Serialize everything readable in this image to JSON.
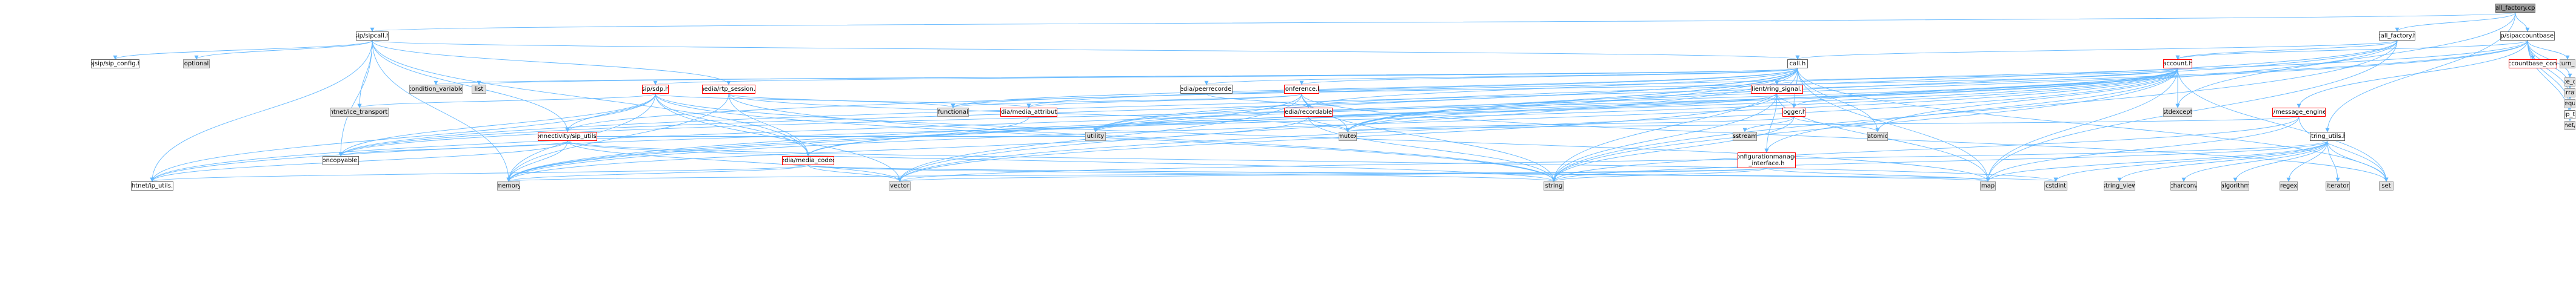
{
  "graph_title": "call_factory.cpp",
  "colors": {
    "edge": "#63b8ff",
    "root_fill": "#999999",
    "node_border": "#666666",
    "incomplete_border": "#ff0000",
    "system_fill": "#e0e0e0"
  },
  "nodes": {
    "call_factory_cpp": "call_factory.cpp",
    "sipsipaccountbase_h": "sip/sipaccountbase.h",
    "sipsipcall_h": "sip/sipcall.h",
    "call_factory_h": "call_factory.h",
    "pjsip_sip_config_h": "pjsip/sip_config.h",
    "optional": "optional",
    "call_h": "call.h",
    "account_h": "account.h",
    "sipaccountbase_config_h": "sipaccountbase_config.h",
    "dhtnet_turn_cache_h": "dhtnet/turn_cache.h",
    "dhtnet_ice_options_h": "dhtnet/ice_options.h",
    "array": "array",
    "deque": "deque",
    "pjsip_sip_types_h": "pjsip/sip_types.h",
    "netinet_in_h": "netinet/in.h",
    "condition_variable": "condition_variable",
    "list": "list",
    "sip_sdp_h": "sip/sdp.h",
    "media_rtp_session_h": "media/rtp_session.h",
    "media_peerrecorder_h": "media/peerrecorder.h",
    "conference_h": "conference.h",
    "client_ring_signal_h": "client/ring_signal.h",
    "dhtnet_ice_transport_h": "dhtnet/ice_transport.h",
    "functional": "functional",
    "media_media_attribute_h": "media/media_attribute.h",
    "media_recordable_h": "media/recordable.h",
    "logger_h": "logger.h",
    "stdexcept": "stdexcept",
    "im_message_engine_h": "im/message_engine.h",
    "connectivity_sip_utils_h": "connectivity/sip_utils.h",
    "utility": "utility",
    "mutex": "mutex",
    "sstream": "sstream",
    "atomic": "atomic",
    "string_utils_h": "string_utils.h",
    "noncopyable_h": "noncopyable.h",
    "media_media_codec_h": "media/media_codec.h",
    "configurationmanager_interface_h": "configurationmanager\n_interface.h",
    "dhtnet_ip_utils_h": "dhtnet/ip_utils.h",
    "memory": "memory",
    "vector": "vector",
    "string": "string",
    "map": "map",
    "cstdint": "cstdint",
    "string_view": "string_view",
    "charconv": "charconv",
    "algorithm": "algorithm",
    "regex": "regex",
    "iterator": "iterator",
    "set": "set"
  }
}
